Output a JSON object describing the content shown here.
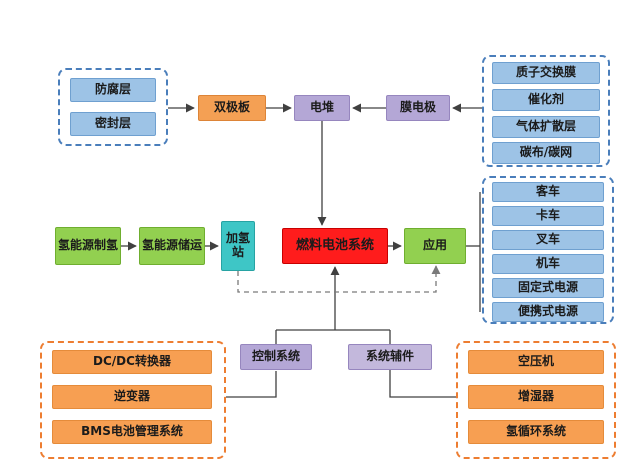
{
  "colors": {
    "blue_box": "#9DC3E6",
    "orange_box_top": "#F4A054",
    "purple_box": "#B4A7D6",
    "red_box": "#FF1C1C",
    "green_box": "#92D050",
    "teal_box": "#3EC6C6",
    "orange_box_bottom": "#F79F52",
    "dash_border_blue": "#4A7EBB",
    "dash_border_orange": "#ED7D31",
    "connector_line": "#404040"
  },
  "diagram": {
    "plate_layers": {
      "items": [
        "防腐层",
        "密封层"
      ]
    },
    "bipolar_plate": "双极板",
    "stack": "电堆",
    "membrane_electrode": "膜电极",
    "mea_components": {
      "items": [
        "质子交换膜",
        "催化剂",
        "气体扩散层",
        "碳布/碳网"
      ]
    },
    "hydrogen": {
      "production": "氢能源制氢",
      "storage": "氢能源储运",
      "station": "加氢站"
    },
    "fuel_cell_system": "燃料电池系统",
    "application": "应用",
    "application_targets": {
      "items": [
        "客车",
        "卡车",
        "叉车",
        "机车",
        "固定式电源",
        "便携式电源"
      ]
    },
    "control_system": "控制系统",
    "system_accessories": "系统辅件",
    "control_components": {
      "items": [
        "DC/DC转换器",
        "逆变器",
        "BMS电池管理系统"
      ]
    },
    "accessory_components": {
      "items": [
        "空压机",
        "增湿器",
        "氢循环系统"
      ]
    }
  }
}
